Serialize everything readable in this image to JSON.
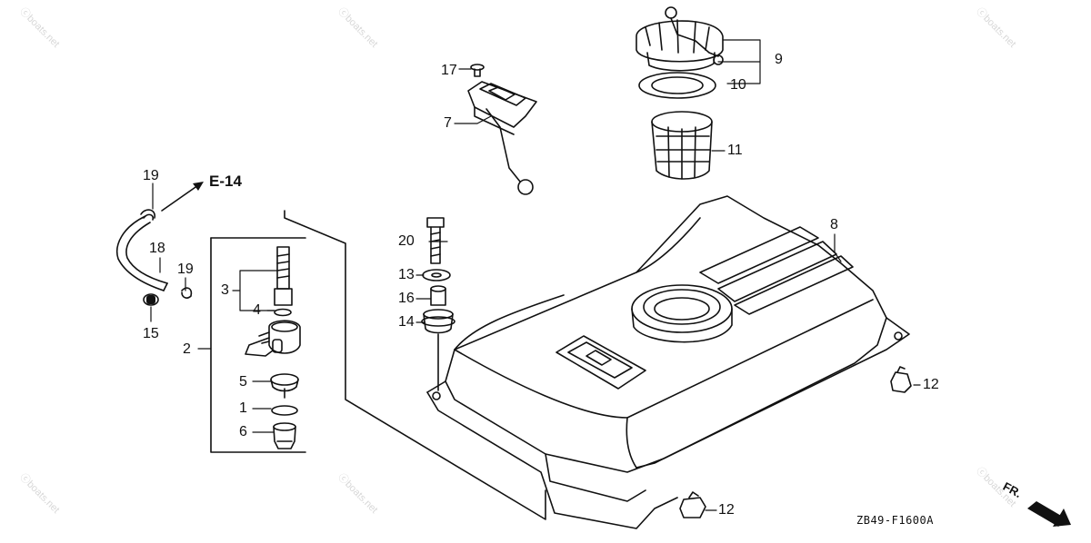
{
  "diagram": {
    "reference": "E-14",
    "drawing_code": "ZB49-F1600A",
    "direction_label": "FR.",
    "watermark": "ⓒboats.net",
    "part_labels": {
      "p1": "1",
      "p2": "2",
      "p3": "3",
      "p4": "4",
      "p5": "5",
      "p6": "6",
      "p7": "7",
      "p8": "8",
      "p9": "9",
      "p10": "10",
      "p11": "11",
      "p12a": "12",
      "p12b": "12",
      "p13": "13",
      "p14": "14",
      "p15": "15",
      "p16": "16",
      "p17": "17",
      "p18": "18",
      "p19a": "19",
      "p19b": "19",
      "p20": "20"
    }
  }
}
